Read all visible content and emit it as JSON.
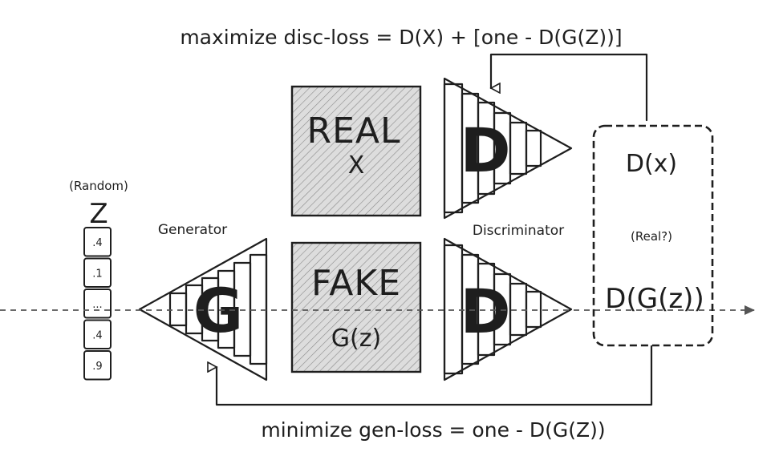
{
  "formulas": {
    "top": "maximize disc-loss = D(X) + [one - D(G(Z))]",
    "bottom": "minimize gen-loss = one - D(G(Z))"
  },
  "generator": {
    "label": "Generator",
    "letter": "G"
  },
  "discriminator": {
    "label": "Discriminator",
    "letter": "D"
  },
  "z_vector": {
    "caption": "(Random)",
    "name": "Z",
    "values": [
      ".4",
      ".1",
      "...",
      ".4",
      ".9"
    ]
  },
  "real_box": {
    "line1": "REAL",
    "line2": "X"
  },
  "fake_box": {
    "line1": "FAKE",
    "line2": "G(z)"
  },
  "output_box": {
    "top": "D(x)",
    "middle": "(Real?)",
    "bottom": "D(G(z))"
  },
  "colors": {
    "ink": "#1e1e1e",
    "hatch_bg": "#d9d9d9",
    "arrow": "#555555"
  }
}
